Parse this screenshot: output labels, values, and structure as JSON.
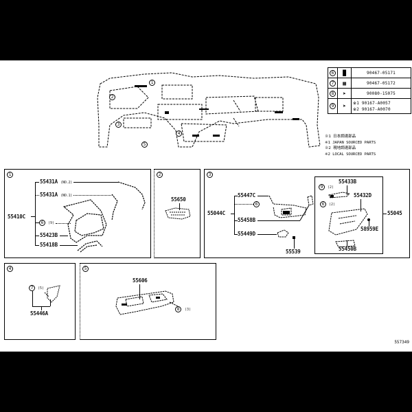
{
  "overview": {
    "callouts": [
      "1",
      "2",
      "3",
      "4",
      "5"
    ]
  },
  "parts_table": {
    "rows": [
      {
        "ref": "6",
        "icon": "clip-icon",
        "part_no": "90467-05171"
      },
      {
        "ref": "7",
        "icon": "clip-icon",
        "part_no": "90467-05172"
      },
      {
        "ref": "8",
        "icon": "screw-icon",
        "part_no": "90080-15075"
      },
      {
        "ref": "9",
        "icon": "screw-icon",
        "part_no_1": "※1 90167-A0057",
        "part_no_2": "※2 90167-A0070"
      }
    ]
  },
  "notes": [
    "※1 日本調達部品",
    "※1 JAPAN SOURCED PARTS",
    "※2 現地調達部品",
    "※2 LOCAL SOURCED PARTS"
  ],
  "panel1": {
    "ref": "1",
    "assembly": "55410C",
    "parts": [
      {
        "no": "55431A",
        "suffix": "(NO.2)"
      },
      {
        "no": "55431A",
        "suffix": "(NO.1)"
      },
      {
        "no": "6",
        "suffix": "(9)"
      },
      {
        "no": "55423B",
        "suffix": ""
      },
      {
        "no": "55418B",
        "suffix": ""
      }
    ]
  },
  "panel2": {
    "ref": "2",
    "parts": [
      "55650"
    ]
  },
  "panel3": {
    "ref": "3",
    "assembly_left": "55044C",
    "assembly_right": "55045",
    "left_parts": [
      "55447C",
      "6",
      "55458B",
      "55449D"
    ],
    "bottom_part": "55539",
    "inner": {
      "callout_9": "9",
      "callout_9_qty": "(2)",
      "callout_6": "6",
      "callout_6_qty": "(2)",
      "parts": [
        "55433B",
        "55432D",
        "58959E",
        "55450B"
      ]
    }
  },
  "panel4": {
    "ref": "4",
    "callout": "7",
    "qty": "(5)",
    "parts": [
      "55446A"
    ]
  },
  "panel5": {
    "ref": "5",
    "callout": "8",
    "qty": "(3)",
    "parts": [
      "55606"
    ]
  },
  "illustration_code": "557349"
}
